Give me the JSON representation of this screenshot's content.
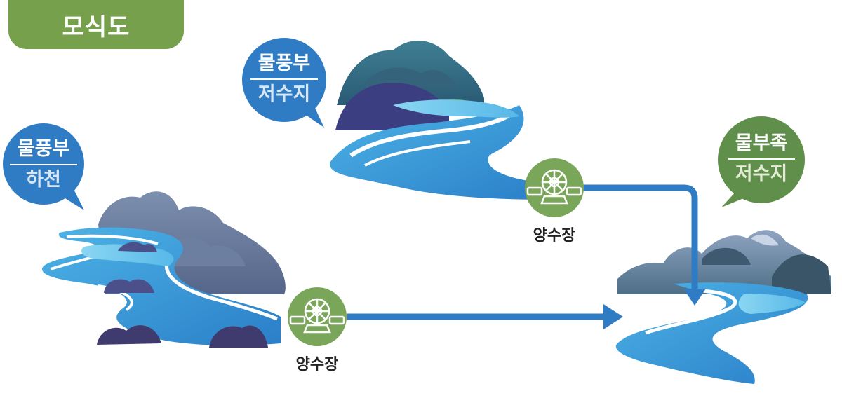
{
  "title": "모식도",
  "bubbles": {
    "river": {
      "line1": "물풍부",
      "line2": "하천"
    },
    "reservoir_rich": {
      "line1": "물풍부",
      "line2": "저수지"
    },
    "reservoir_short": {
      "line1": "물부족",
      "line2": "저수지"
    }
  },
  "pumps": {
    "upper": {
      "label": "양수장"
    },
    "lower": {
      "label": "양수장"
    }
  },
  "colors": {
    "title_green": "#76a04c",
    "bubble_blue": "#2f7bc4",
    "bubble_green": "#5f8f4a",
    "pump_green": "#7aa65a",
    "arrow_blue": "#2f7bc4"
  }
}
